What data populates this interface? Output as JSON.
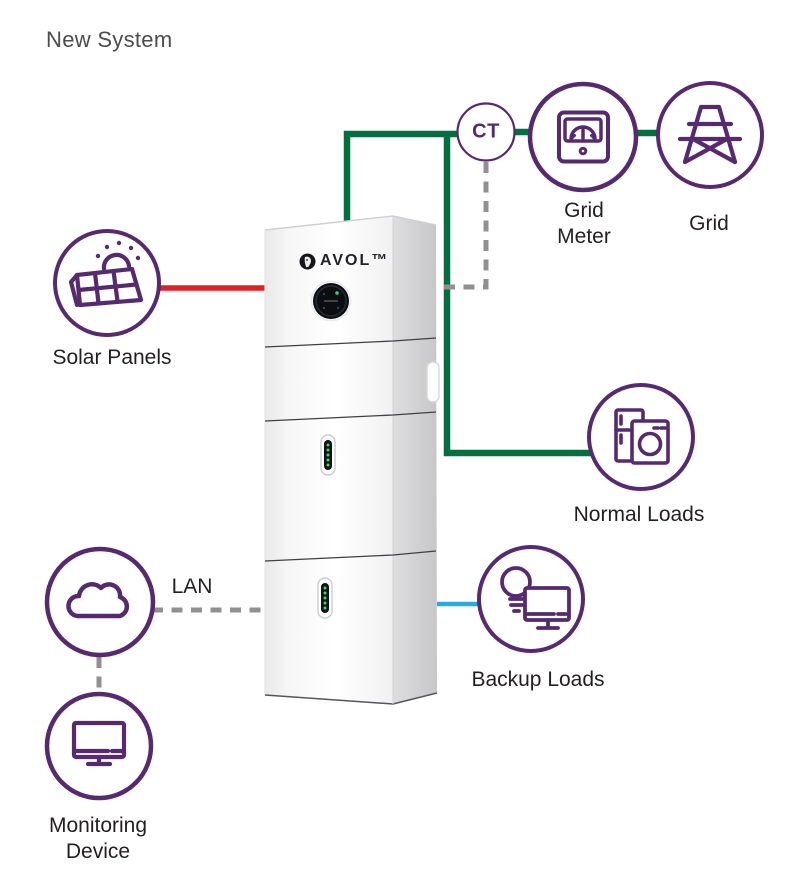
{
  "title": "New System",
  "brand": {
    "name": "AVOL™"
  },
  "labels": {
    "ct": "CT",
    "grid_meter": "Grid Meter",
    "grid": "Grid",
    "solar_panels": "Solar Panels",
    "normal_loads": "Normal Loads",
    "backup_loads": "Backup Loads",
    "lan": "LAN",
    "monitoring_device": "Monitoring Device"
  },
  "colors": {
    "purple": "#562a70",
    "green": "#007040",
    "red": "#dd2127",
    "blue": "#29abe2",
    "gray": "#909093",
    "text": "#231f20"
  },
  "icons": {
    "solar_panels": "solar-panel-sun-icon",
    "grid_meter": "meter-gauge-icon",
    "grid": "transmission-tower-icon",
    "normal_loads": "fridge-washing-machine-icon",
    "backup_loads": "bulb-tv-icon",
    "lan": "cloud-icon",
    "monitoring_device": "monitor-icon",
    "brand": "avol-logo-icon"
  },
  "connections": [
    {
      "from": "Solar Panels",
      "to": "Inverter",
      "style": "solid",
      "color": "red"
    },
    {
      "from": "Inverter",
      "to": "CT",
      "style": "solid",
      "color": "green"
    },
    {
      "from": "CT",
      "to": "Grid Meter",
      "style": "solid",
      "color": "green"
    },
    {
      "from": "Grid Meter",
      "to": "Grid",
      "style": "solid",
      "color": "green"
    },
    {
      "from": "Inverter",
      "to": "Normal Loads",
      "style": "solid",
      "color": "green"
    },
    {
      "from": "Inverter",
      "to": "Backup Loads",
      "style": "solid",
      "color": "blue"
    },
    {
      "from": "CT",
      "to": "Inverter",
      "style": "dashed",
      "color": "gray"
    },
    {
      "from": "Cloud",
      "to": "Inverter",
      "style": "dashed",
      "color": "gray",
      "label": "LAN"
    },
    {
      "from": "Cloud",
      "to": "Monitoring Device",
      "style": "dashed",
      "color": "gray"
    }
  ]
}
